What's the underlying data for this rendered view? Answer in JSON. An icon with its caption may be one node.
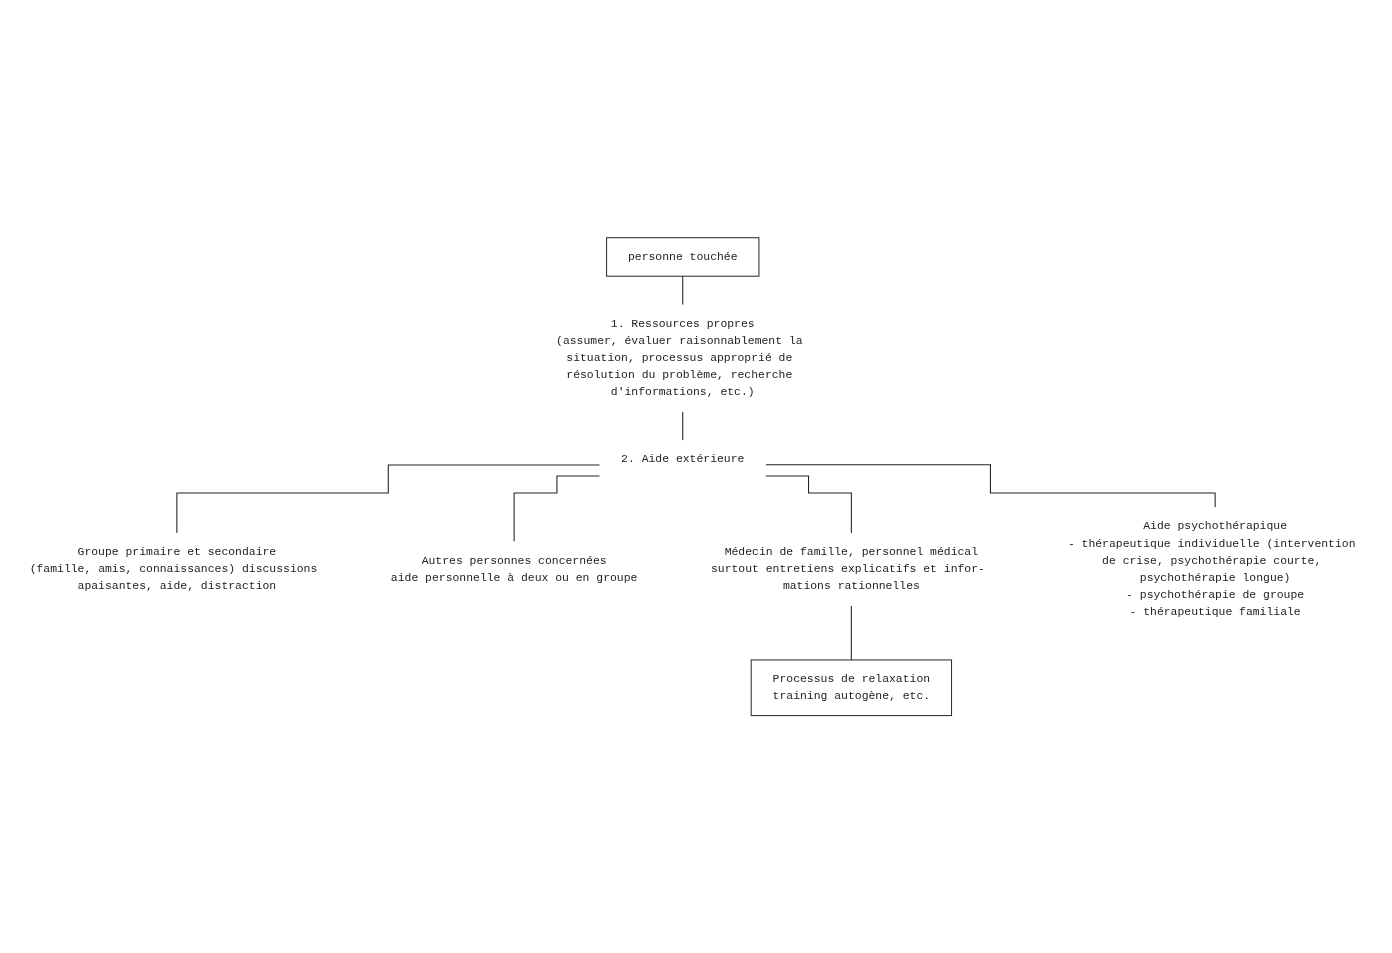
{
  "diagram": {
    "nodes": [
      {
        "text": [
          "personne touchée"
        ]
      },
      {
        "text": [
          "1. Ressources propres",
          "(assumer, évaluer raisonnablement la situation, processus approprié de résolution du problème, recherche d'informations, etc.)"
        ]
      },
      {
        "text": [
          "2. Aide extérieure"
        ]
      },
      {
        "text": [
          "Groupe primaire et secondaire",
          "(famille, amis, connaissances) discussions apaisantes, aide, distraction"
        ]
      },
      {
        "text": [
          "Autres personnes concernées",
          "aide personnelle à deux ou en groupe"
        ]
      },
      {
        "text": [
          "Médecin de famille, personnel médical",
          "surtout entretiens explicatifs et infor- mations rationnelles"
        ]
      },
      {
        "text": [
          "Aide psychothérapique",
          "- thérapeutique individuelle (intervention de crise, psychothérapie courte, psychothérapie longue)",
          "- psychothérapie de groupe",
          "- thérapeutique familiale"
        ]
      },
      {
        "text": [
          "Processus de relaxation",
          "training autogène, etc."
        ]
      }
    ],
    "edges": [
      {
        "from": 0,
        "to": 1,
        "arrow": "none"
      },
      {
        "from": 1,
        "to": 2,
        "arrow": "none"
      },
      {
        "from": 2,
        "to": 3,
        "arrow": "none"
      },
      {
        "from": 2,
        "to": 4,
        "arrow": "none"
      },
      {
        "from": 2,
        "to": 5,
        "arrow": "none"
      },
      {
        "from": 2,
        "to": 6,
        "arrow": "none"
      },
      {
        "from": 5,
        "to": 7,
        "arrow": "none"
      }
    ]
  }
}
